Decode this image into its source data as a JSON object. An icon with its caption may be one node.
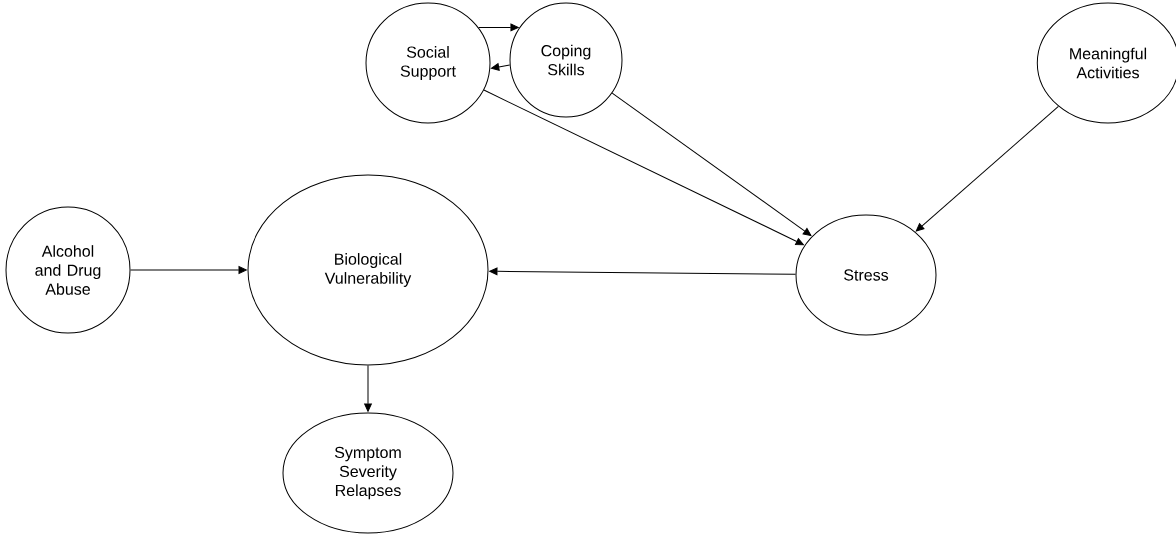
{
  "diagram": {
    "nodes": [
      {
        "text": [
          "Social Support"
        ]
      },
      {
        "text": [
          "Coping Skills"
        ]
      },
      {
        "text": [
          "Meaningful Activities"
        ]
      },
      {
        "text": [
          "Alcohol and Drug Abuse"
        ]
      },
      {
        "text": [
          "Biological Vulnerability"
        ]
      },
      {
        "text": [
          "Stress"
        ]
      },
      {
        "text": [
          "Symptom Severity Relapses"
        ]
      }
    ],
    "edges": [
      {
        "from": 0,
        "to": 1,
        "arrow": "to"
      },
      {
        "from": 1,
        "to": 0,
        "arrow": "to"
      },
      {
        "from": 0,
        "to": 5,
        "arrow": "to"
      },
      {
        "from": 1,
        "to": 5,
        "arrow": "to"
      },
      {
        "from": 2,
        "to": 5,
        "arrow": "to"
      },
      {
        "from": 3,
        "to": 4,
        "arrow": "to"
      },
      {
        "from": 5,
        "to": 4,
        "arrow": "to"
      },
      {
        "from": 4,
        "to": 6,
        "arrow": "to"
      }
    ]
  }
}
